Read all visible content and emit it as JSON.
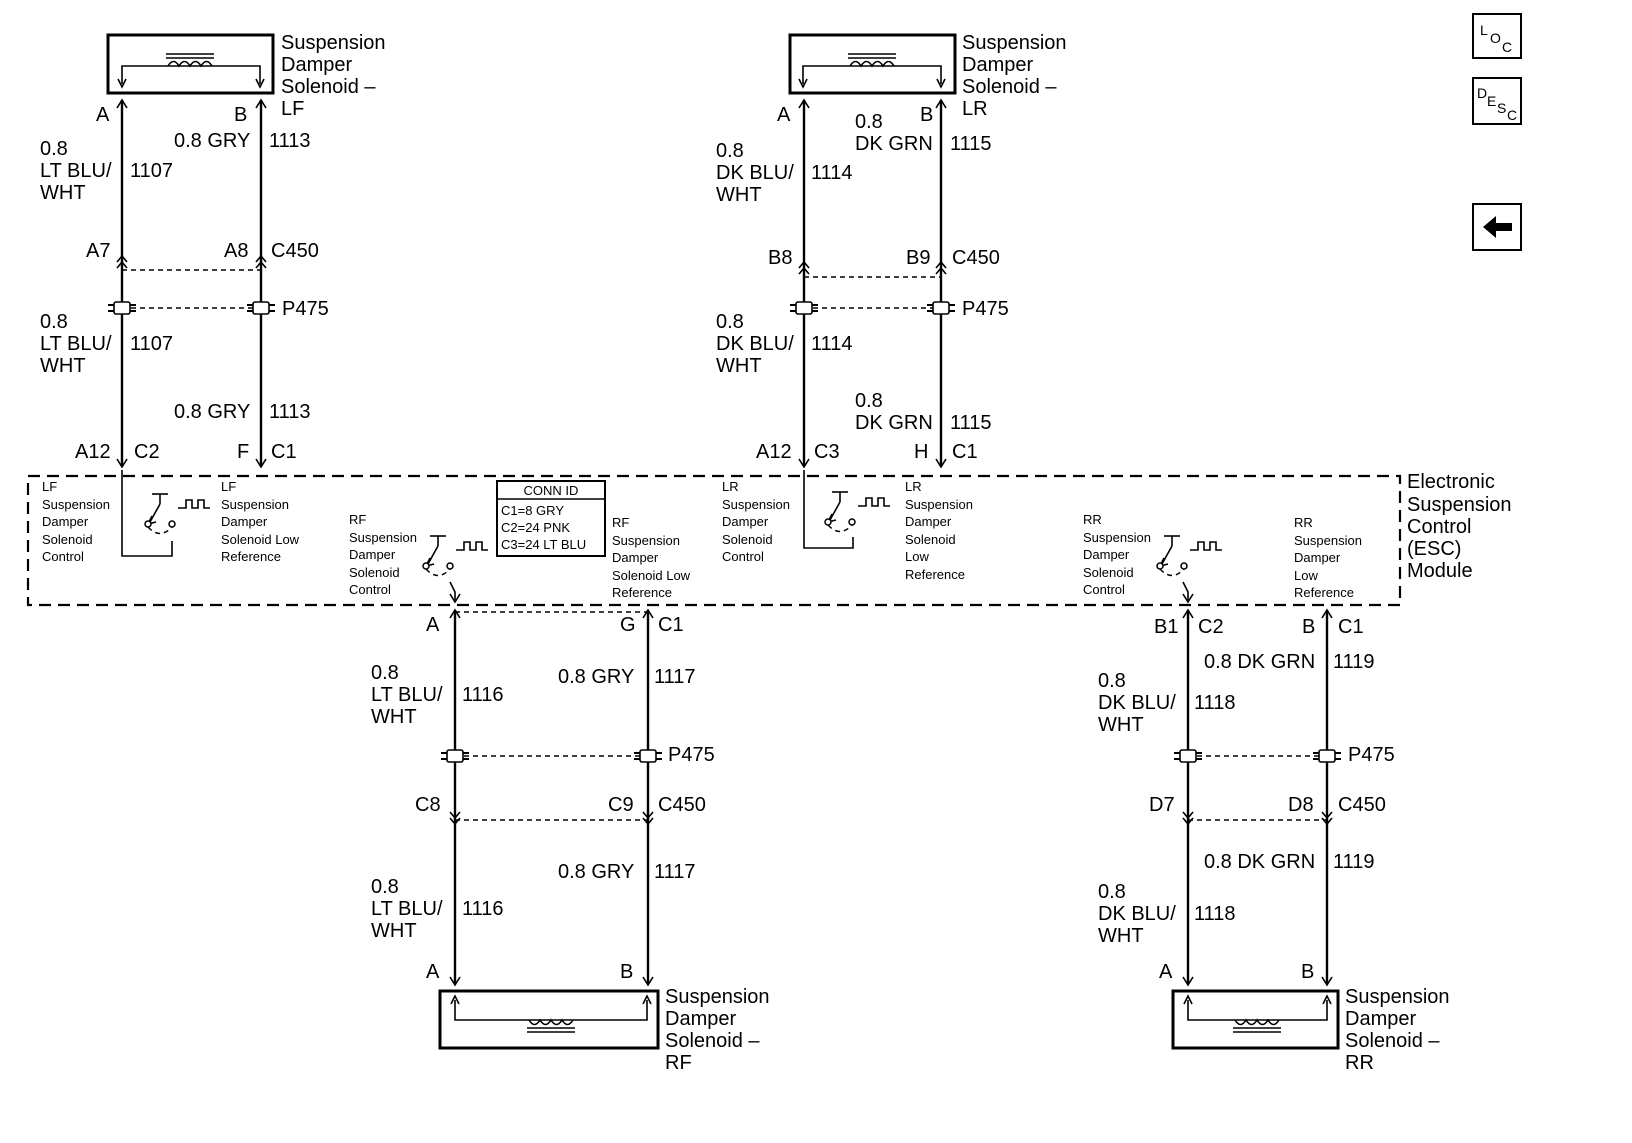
{
  "nav": {
    "loc": {
      "main": "L",
      "sub": "O",
      "sub2": "C"
    },
    "desc": {
      "main": "D",
      "sub": "E",
      "sub2": "S",
      "sub3": "C"
    },
    "back_icon": "left-arrow-icon"
  },
  "solenoids": {
    "lf": {
      "l1": "Suspension",
      "l2": "Damper",
      "l3": "Solenoid –",
      "l4": "LF"
    },
    "lr": {
      "l1": "Suspension",
      "l2": "Damper",
      "l3": "Solenoid –",
      "l4": "LR"
    },
    "rf": {
      "l1": "Suspension",
      "l2": "Damper",
      "l3": "Solenoid –",
      "l4": "RF"
    },
    "rr": {
      "l1": "Suspension",
      "l2": "Damper",
      "l3": "Solenoid –",
      "l4": "RR"
    }
  },
  "module": {
    "l1": "Electronic",
    "l2": "Suspension",
    "l3": "Control",
    "l4": "(ESC)",
    "l5": "Module"
  },
  "conn_id": {
    "title": "CONN ID",
    "c1": "C1=8 GRY",
    "c2": "C2=24 PNK",
    "c3": "C3=24 LT BLU"
  },
  "internal": {
    "lf_ctrl": [
      "LF",
      "Suspension",
      "Damper",
      "Solenoid",
      "Control"
    ],
    "lf_ref": [
      "LF",
      "Suspension",
      "Damper",
      "Solenoid Low",
      "Reference"
    ],
    "rf_ctrl": [
      "RF",
      "Suspension",
      "Damper",
      "Solenoid",
      "Control"
    ],
    "rf_ref": [
      "RF",
      "Suspension",
      "Damper",
      "Solenoid Low",
      "Reference"
    ],
    "lr_ctrl": [
      "LR",
      "Suspension",
      "Damper",
      "Solenoid",
      "Control"
    ],
    "lr_ref": [
      "LR",
      "Suspension",
      "Damper",
      "Solenoid",
      "Low",
      "Reference"
    ],
    "rr_ctrl": [
      "RR",
      "Suspension",
      "Damper",
      "Solenoid",
      "Control"
    ],
    "rr_ref": [
      "RR",
      "Suspension",
      "Damper",
      "Low",
      "Reference"
    ]
  },
  "pins": {
    "lf_a": "A",
    "lf_b": "B",
    "lr_a": "A",
    "lr_b": "B",
    "rf_a": "A",
    "rf_b": "B",
    "rr_a": "A",
    "rr_b": "B",
    "a7": "A7",
    "a8": "A8",
    "b8": "B8",
    "b9": "B9",
    "c8": "C8",
    "c9": "C9",
    "d7": "D7",
    "d8": "D8",
    "a12": "A12",
    "f": "F",
    "a12b": "A12",
    "h": "H",
    "ma": "A",
    "mg": "G",
    "mb1": "B1",
    "mb": "B"
  },
  "connectors": {
    "c450": "C450",
    "p475": "P475",
    "c1": "C1",
    "c2": "C2",
    "c3": "C3"
  },
  "wires": {
    "size": "0.8",
    "lt_blu": "LT BLU/",
    "dk_blu": "DK BLU/",
    "wht": "WHT",
    "gry": "0.8 GRY",
    "dk_grn": "DK GRN",
    "dk_grn_full": "0.8 DK GRN",
    "c1107": "1107",
    "c1113": "1113",
    "c1114": "1114",
    "c1115": "1115",
    "c1116": "1116",
    "c1117": "1117",
    "c1118": "1118",
    "c1119": "1119"
  }
}
